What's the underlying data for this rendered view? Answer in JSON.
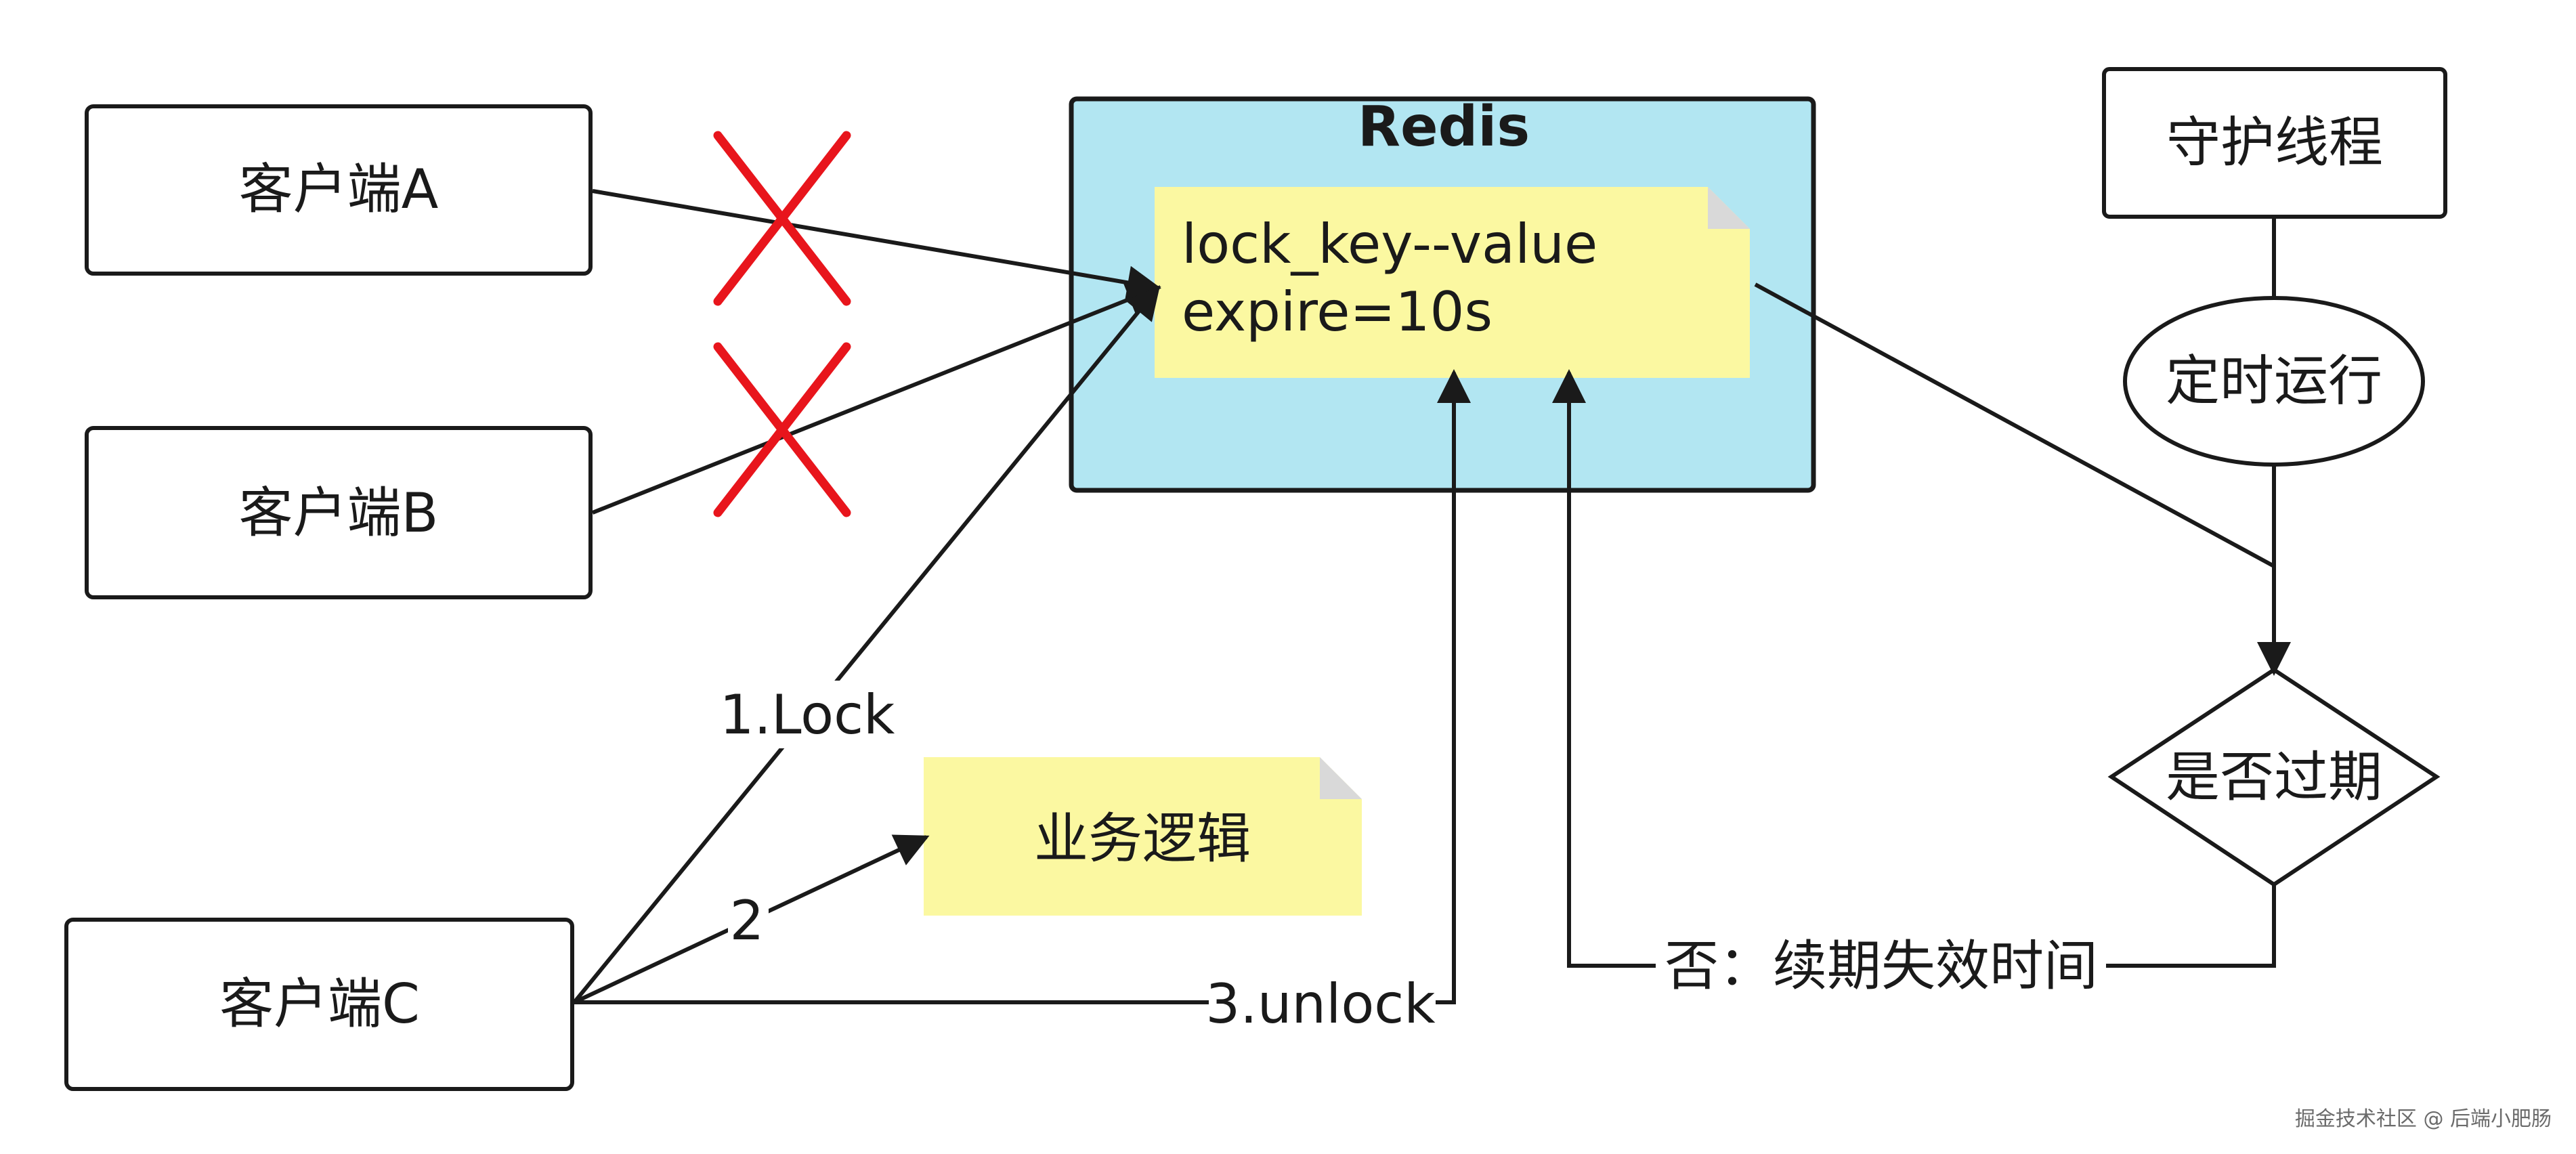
{
  "nodes": {
    "client_a": "客户端A",
    "client_b": "客户端B",
    "client_c": "客户端C",
    "redis_title": "Redis",
    "redis_key_line1": "lock_key--value",
    "redis_key_line2": "expire=10s",
    "business_logic": "业务逻辑",
    "daemon_thread": "守护线程",
    "timed_run": "定时运行",
    "is_expired": "是否过期"
  },
  "edges": {
    "lock": "1.Lock",
    "step2": "2",
    "unlock": "3.unlock",
    "renew": "否：续期失效时间"
  },
  "watermark": "掘金技术社区 @ 后端小肥肠",
  "colors": {
    "redis_fill": "#b2e6f2",
    "note_fill": "#fbf8a1",
    "note_fold": "#d9d9d9",
    "blocked_cross": "#e8151c",
    "stroke": "#1a1a1a"
  }
}
